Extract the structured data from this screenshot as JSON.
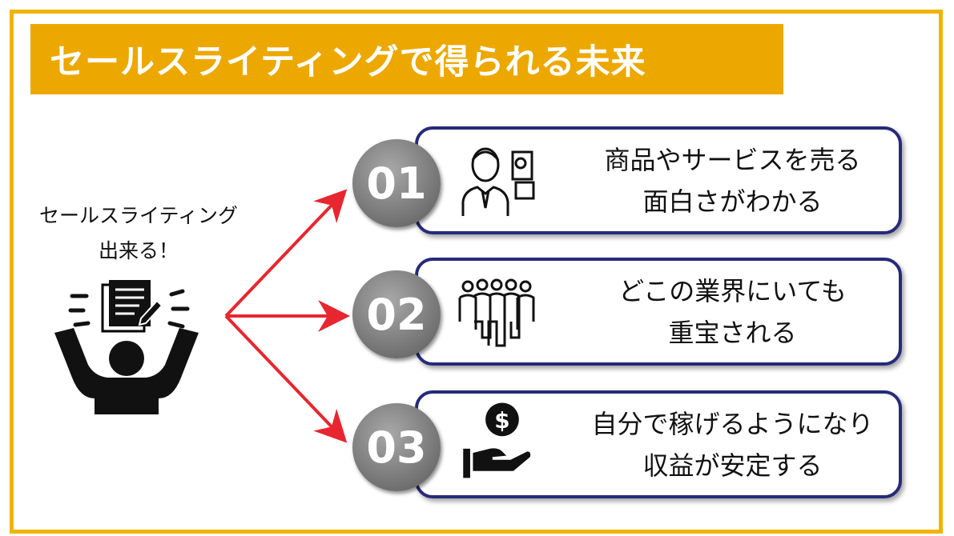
{
  "title": "セールスライティングで得られる未来",
  "left_label": {
    "line1": "セールスライティング",
    "line2": "出来る！"
  },
  "items": [
    {
      "number": "01",
      "line1": "商品やサービスを売る",
      "line2": "面白さがわかる",
      "icon": "businessman-icon"
    },
    {
      "number": "02",
      "line1": "どこの業界にいても",
      "line2": "重宝される",
      "icon": "people-group-icon"
    },
    {
      "number": "03",
      "line1": "自分で稼げるようになり",
      "line2": "収益が安定する",
      "icon": "money-hand-icon"
    }
  ],
  "colors": {
    "frame": "#f0b400",
    "title_bg": "#eda800",
    "card_border": "#262a7a",
    "arrow": "#e8262f",
    "number_circle": "#7d7d7d"
  }
}
